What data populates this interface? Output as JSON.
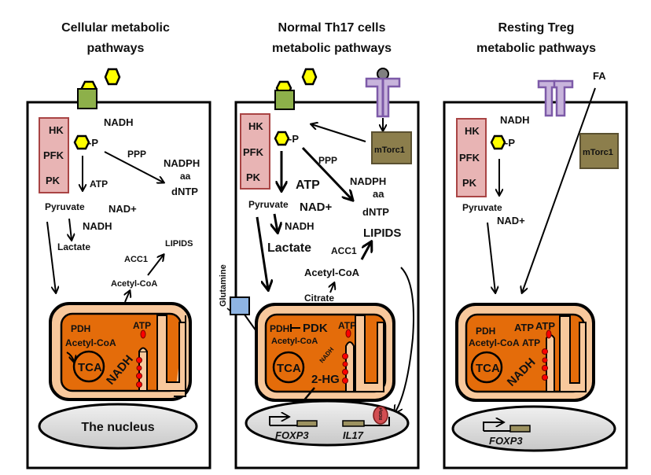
{
  "panels": [
    {
      "title_line1": "Cellular metabolic",
      "title_line2": "pathways",
      "enzymes": [
        "HK",
        "PFK",
        "PK"
      ],
      "glucose_p": "-P",
      "labels": {
        "nadh_top": "NADH",
        "ppp": "PPP",
        "nadph": "NADPH",
        "aa": "aa",
        "dntp": "dNTP",
        "atp": "ATP",
        "pyruvate": "Pyruvate",
        "nad_plus": "NAD+",
        "nadh": "NADH",
        "lactate": "Lactate",
        "lipids": "LIPIDS",
        "acc1": "ACC1",
        "acetyl_coa": "Acetyl-CoA"
      },
      "mito": {
        "pdh": "PDH",
        "acetyl_coa": "Acetyl-CoA",
        "tca": "TCA",
        "nadh": "NADH",
        "atp": "ATP"
      },
      "nucleus": "The nucleus"
    },
    {
      "title_line1": "Normal Th17 cells",
      "title_line2": "metabolic pathways",
      "enzymes": [
        "HK",
        "PFK",
        "PK"
      ],
      "glucose_p": "-P",
      "mtorc1": "mTorc1",
      "glutamine": "Glutamine",
      "labels": {
        "ppp": "PPP",
        "nadph": "NADPH",
        "aa": "aa",
        "dntp": "dNTP",
        "lipids": "LIPIDS",
        "atp": "ATP",
        "pyruvate": "Pyruvate",
        "nad_plus": "NAD+",
        "nadh": "NADH",
        "lactate": "Lactate",
        "acc1": "ACC1",
        "acetyl_coa": "Acetyl-CoA",
        "citrate": "Citrate"
      },
      "mito": {
        "pdh": "PDH",
        "pdk": "PDK",
        "acetyl_coa": "Acetyl-CoA",
        "tca": "TCA",
        "nadh": "NADH",
        "atp": "ATP",
        "two_hg": "2-HG"
      },
      "genes": {
        "foxp3": "FOXP3",
        "il17": "IL17",
        "rorgt": "RORγt"
      }
    },
    {
      "title_line1": "Resting Treg",
      "title_line2": "metabolic pathways",
      "enzymes": [
        "HK",
        "PFK",
        "PK"
      ],
      "glucose_p": "-P",
      "mtorc1": "mTorc1",
      "fa": "FA",
      "labels": {
        "nadh_top": "NADH",
        "pyruvate": "Pyruvate",
        "nad_plus": "NAD+"
      },
      "mito": {
        "pdh": "PDH",
        "acetyl_coa": "Acetyl-CoA",
        "atp1": "ATP",
        "atp2": "ATP",
        "atp3": "ATP",
        "tca": "TCA",
        "nadh": "NADH"
      },
      "genes": {
        "foxp3": "FOXP3"
      }
    }
  ]
}
